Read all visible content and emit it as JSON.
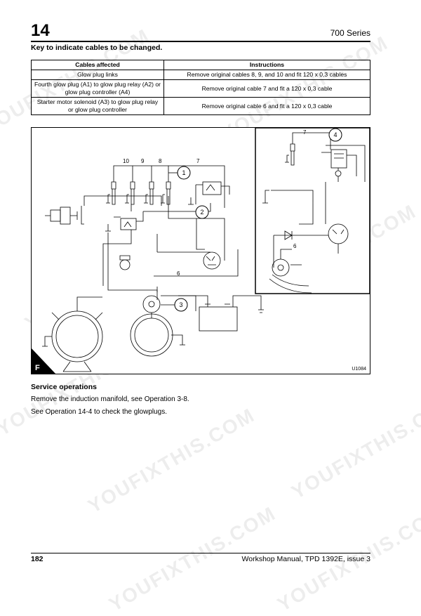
{
  "header": {
    "chapter": "14",
    "series": "700 Series"
  },
  "key_title": "Key to indicate cables to be changed.",
  "table": {
    "headers": [
      "Cables affected",
      "Instructions"
    ],
    "rows": [
      [
        "Glow plug links",
        "Remove original cables 8, 9, and 10 and fit 120 x 0,3 cables"
      ],
      [
        "Fourth glow plug (A1) to glow plug relay (A2) or glow plug controller (A4)",
        "Remove original cable 7 and fit a 120 x 0,3 cable"
      ],
      [
        "Starter motor solenoid (A3) to glow plug relay or glow plug controller",
        "Remove original cable 6 and fit a 120 x 0,3 cable"
      ]
    ]
  },
  "figure": {
    "letter": "F",
    "code": "U1084",
    "cable_numbers": [
      "10",
      "9",
      "8",
      "7",
      "6",
      "7",
      "6"
    ],
    "callouts": [
      "1",
      "2",
      "3",
      "4"
    ]
  },
  "service": {
    "title": "Service operations",
    "lines": [
      "Remove the induction manifold, see Operation 3-8.",
      "See Operation 14-4 to check the glowplugs."
    ]
  },
  "footer": {
    "page": "182",
    "manual": "Workshop Manual, TPD 1392E, issue 3"
  },
  "watermark_text": "YOUFIXTHIS.COM"
}
